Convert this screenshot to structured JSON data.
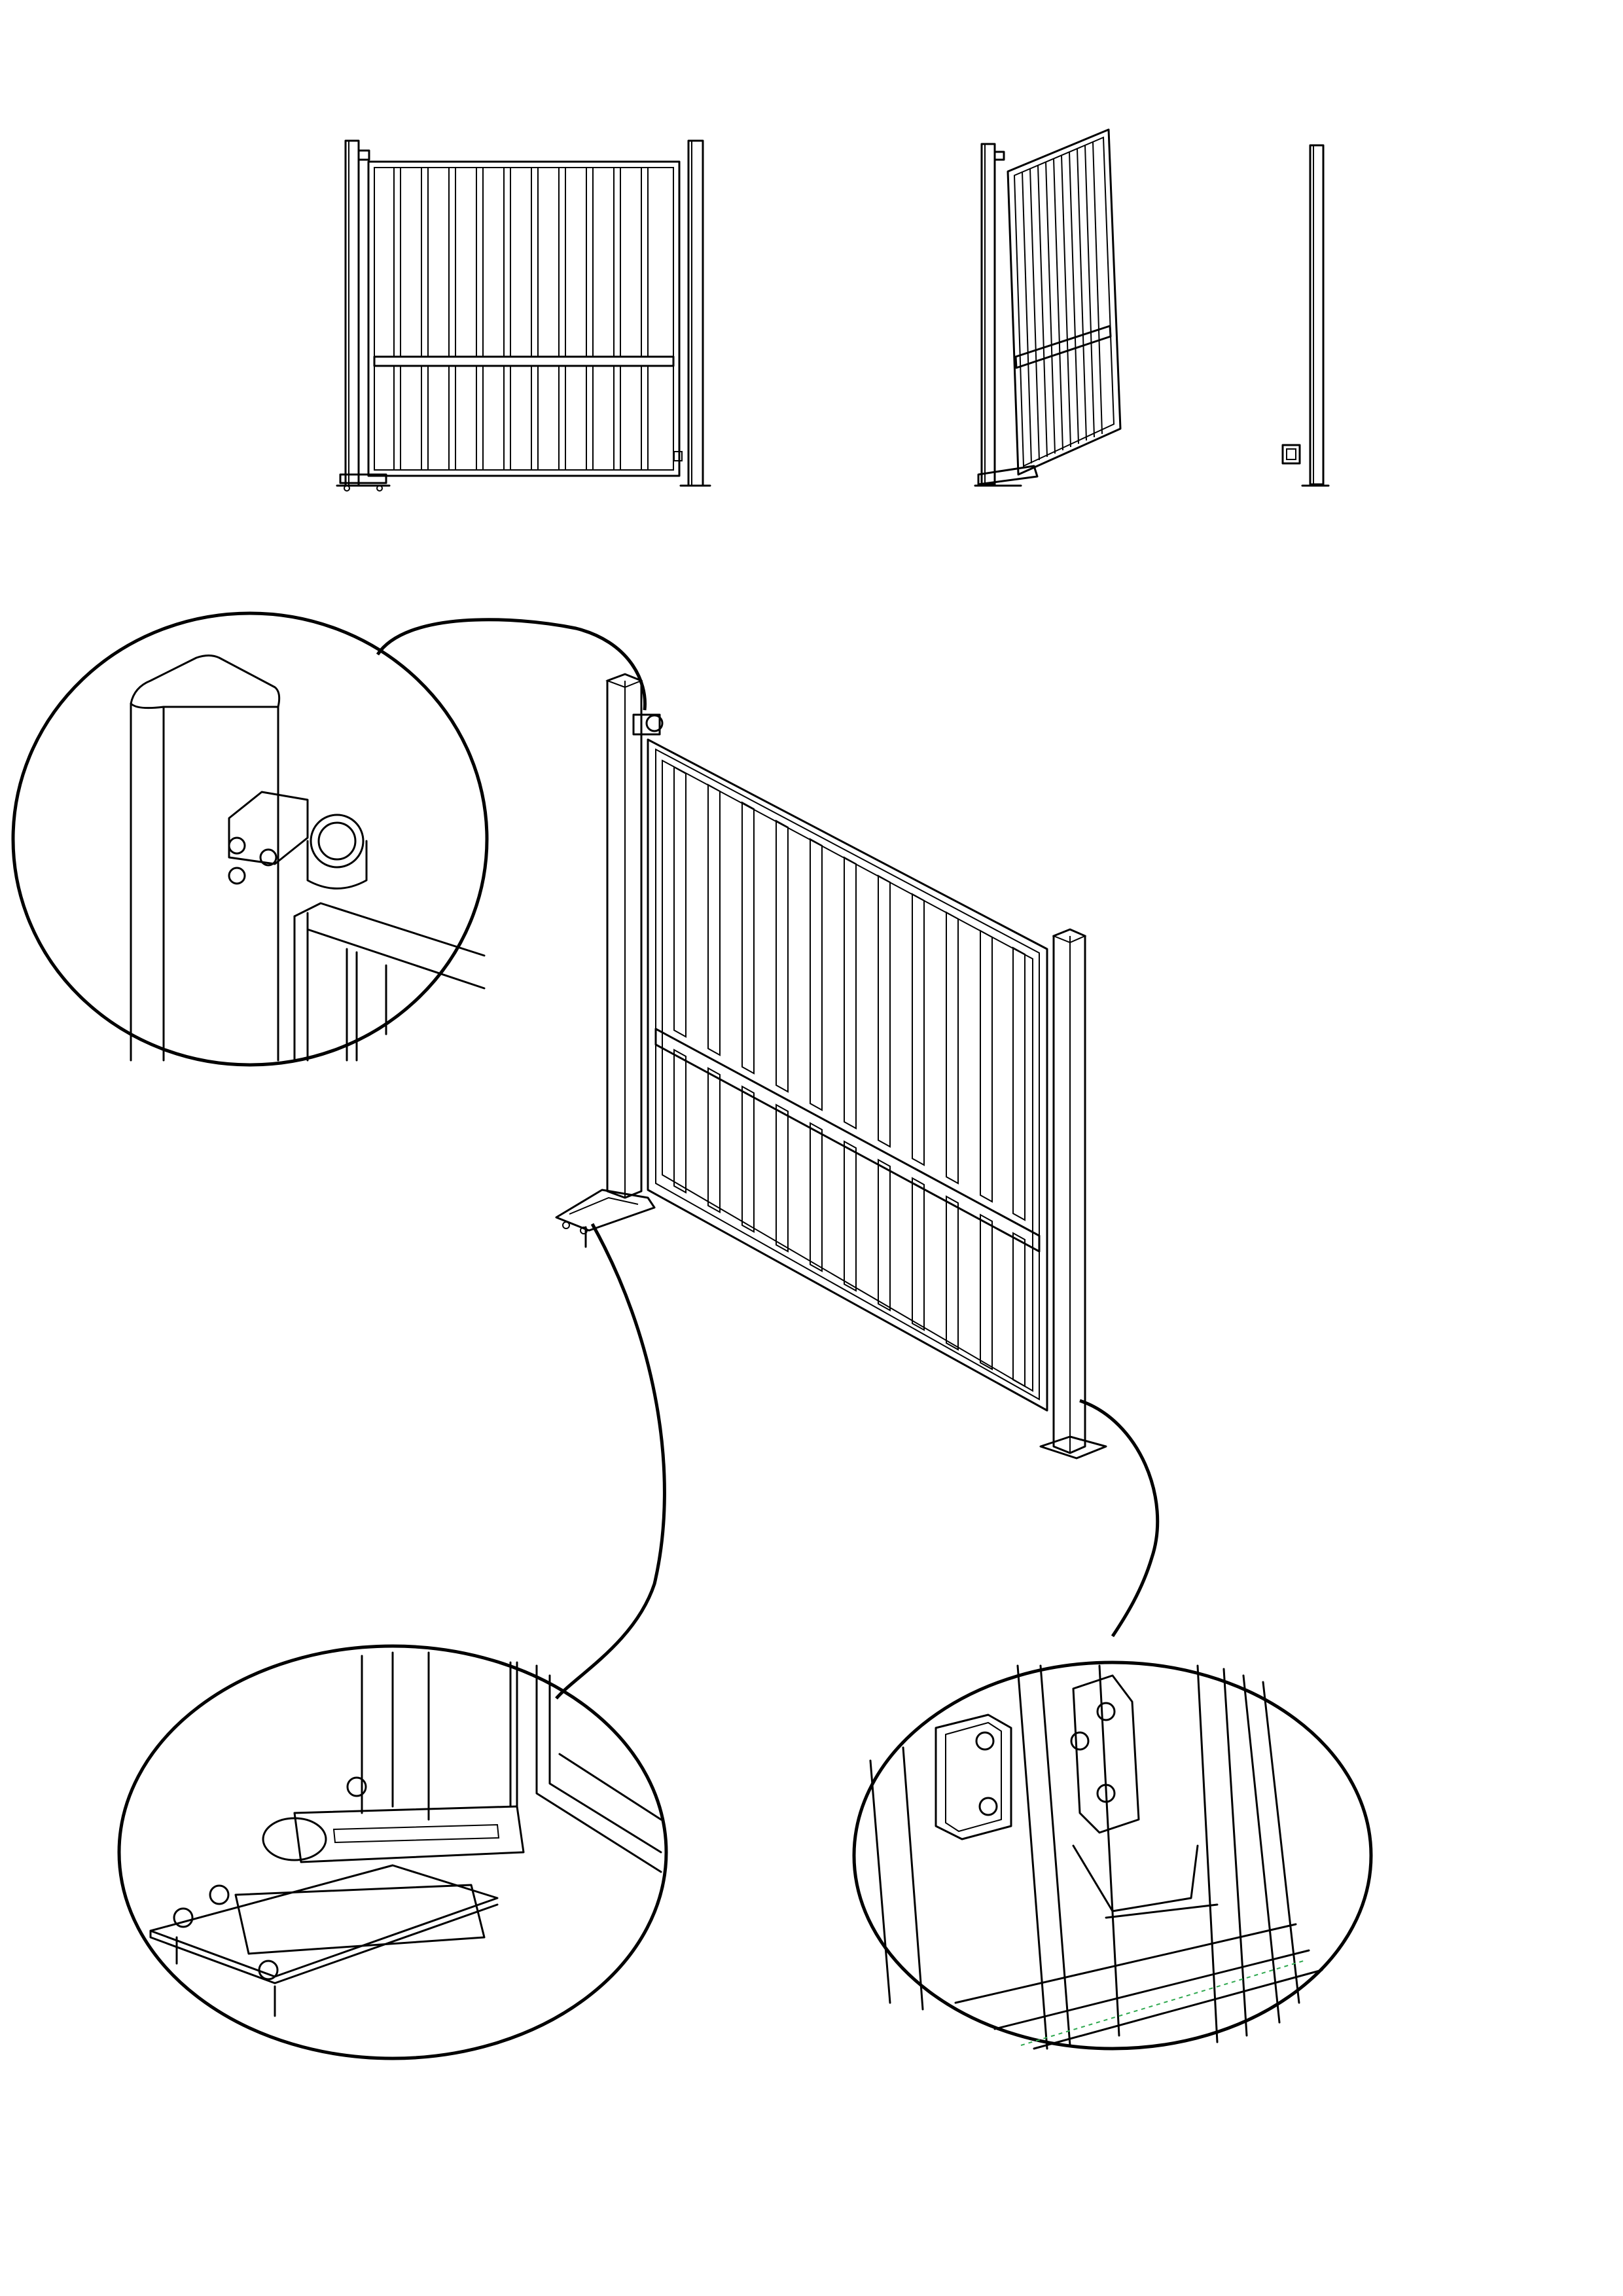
{
  "drawing": {
    "views": [
      {
        "id": "front-view",
        "icon": "gate-front-view"
      },
      {
        "id": "open-view",
        "icon": "gate-open-view"
      },
      {
        "id": "side-view",
        "icon": "post-side-view"
      },
      {
        "id": "isometric-view",
        "icon": "gate-isometric-view"
      }
    ],
    "details": [
      {
        "id": "top-hinge-detail",
        "icon": "top-hinge-detail"
      },
      {
        "id": "bottom-hinge-detail",
        "icon": "bottom-pivot-detail"
      },
      {
        "id": "gate-stop-detail",
        "icon": "gate-stop-detail"
      }
    ],
    "colors": {
      "line": "#000000",
      "background": "#ffffff",
      "guide": "#2fa84f"
    }
  }
}
